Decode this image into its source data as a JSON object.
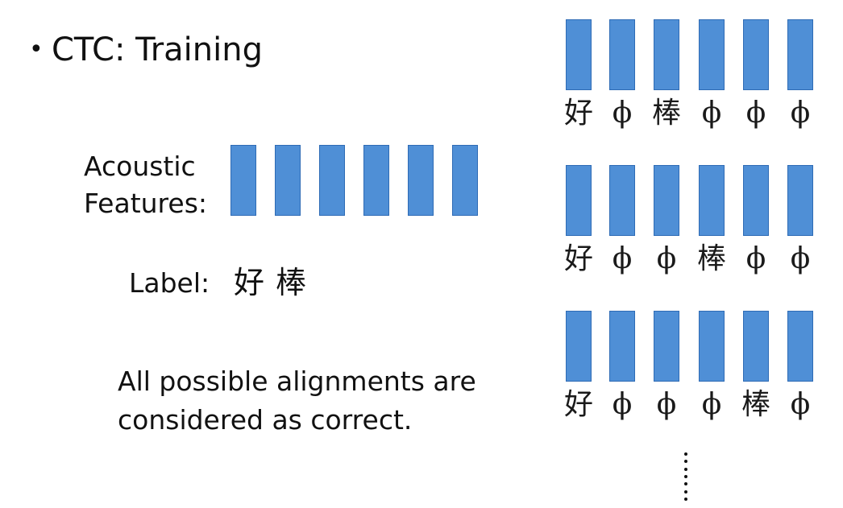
{
  "title": {
    "bullet": "•",
    "text": "CTC: Training"
  },
  "acoustic": {
    "line1": "Acoustic",
    "line2": "Features:"
  },
  "label": {
    "caption": "Label:",
    "chars": [
      "好",
      "棒"
    ]
  },
  "note": {
    "line1": "All possible alignments are",
    "line2": "considered as correct."
  },
  "frame_color": "#4f8fd6",
  "alignments": [
    [
      "好",
      "ϕ",
      "棒",
      "ϕ",
      "ϕ",
      "ϕ"
    ],
    [
      "好",
      "ϕ",
      "ϕ",
      "棒",
      "ϕ",
      "ϕ"
    ],
    [
      "好",
      "ϕ",
      "ϕ",
      "ϕ",
      "棒",
      "ϕ"
    ]
  ],
  "continuation": "vertical-ellipsis"
}
